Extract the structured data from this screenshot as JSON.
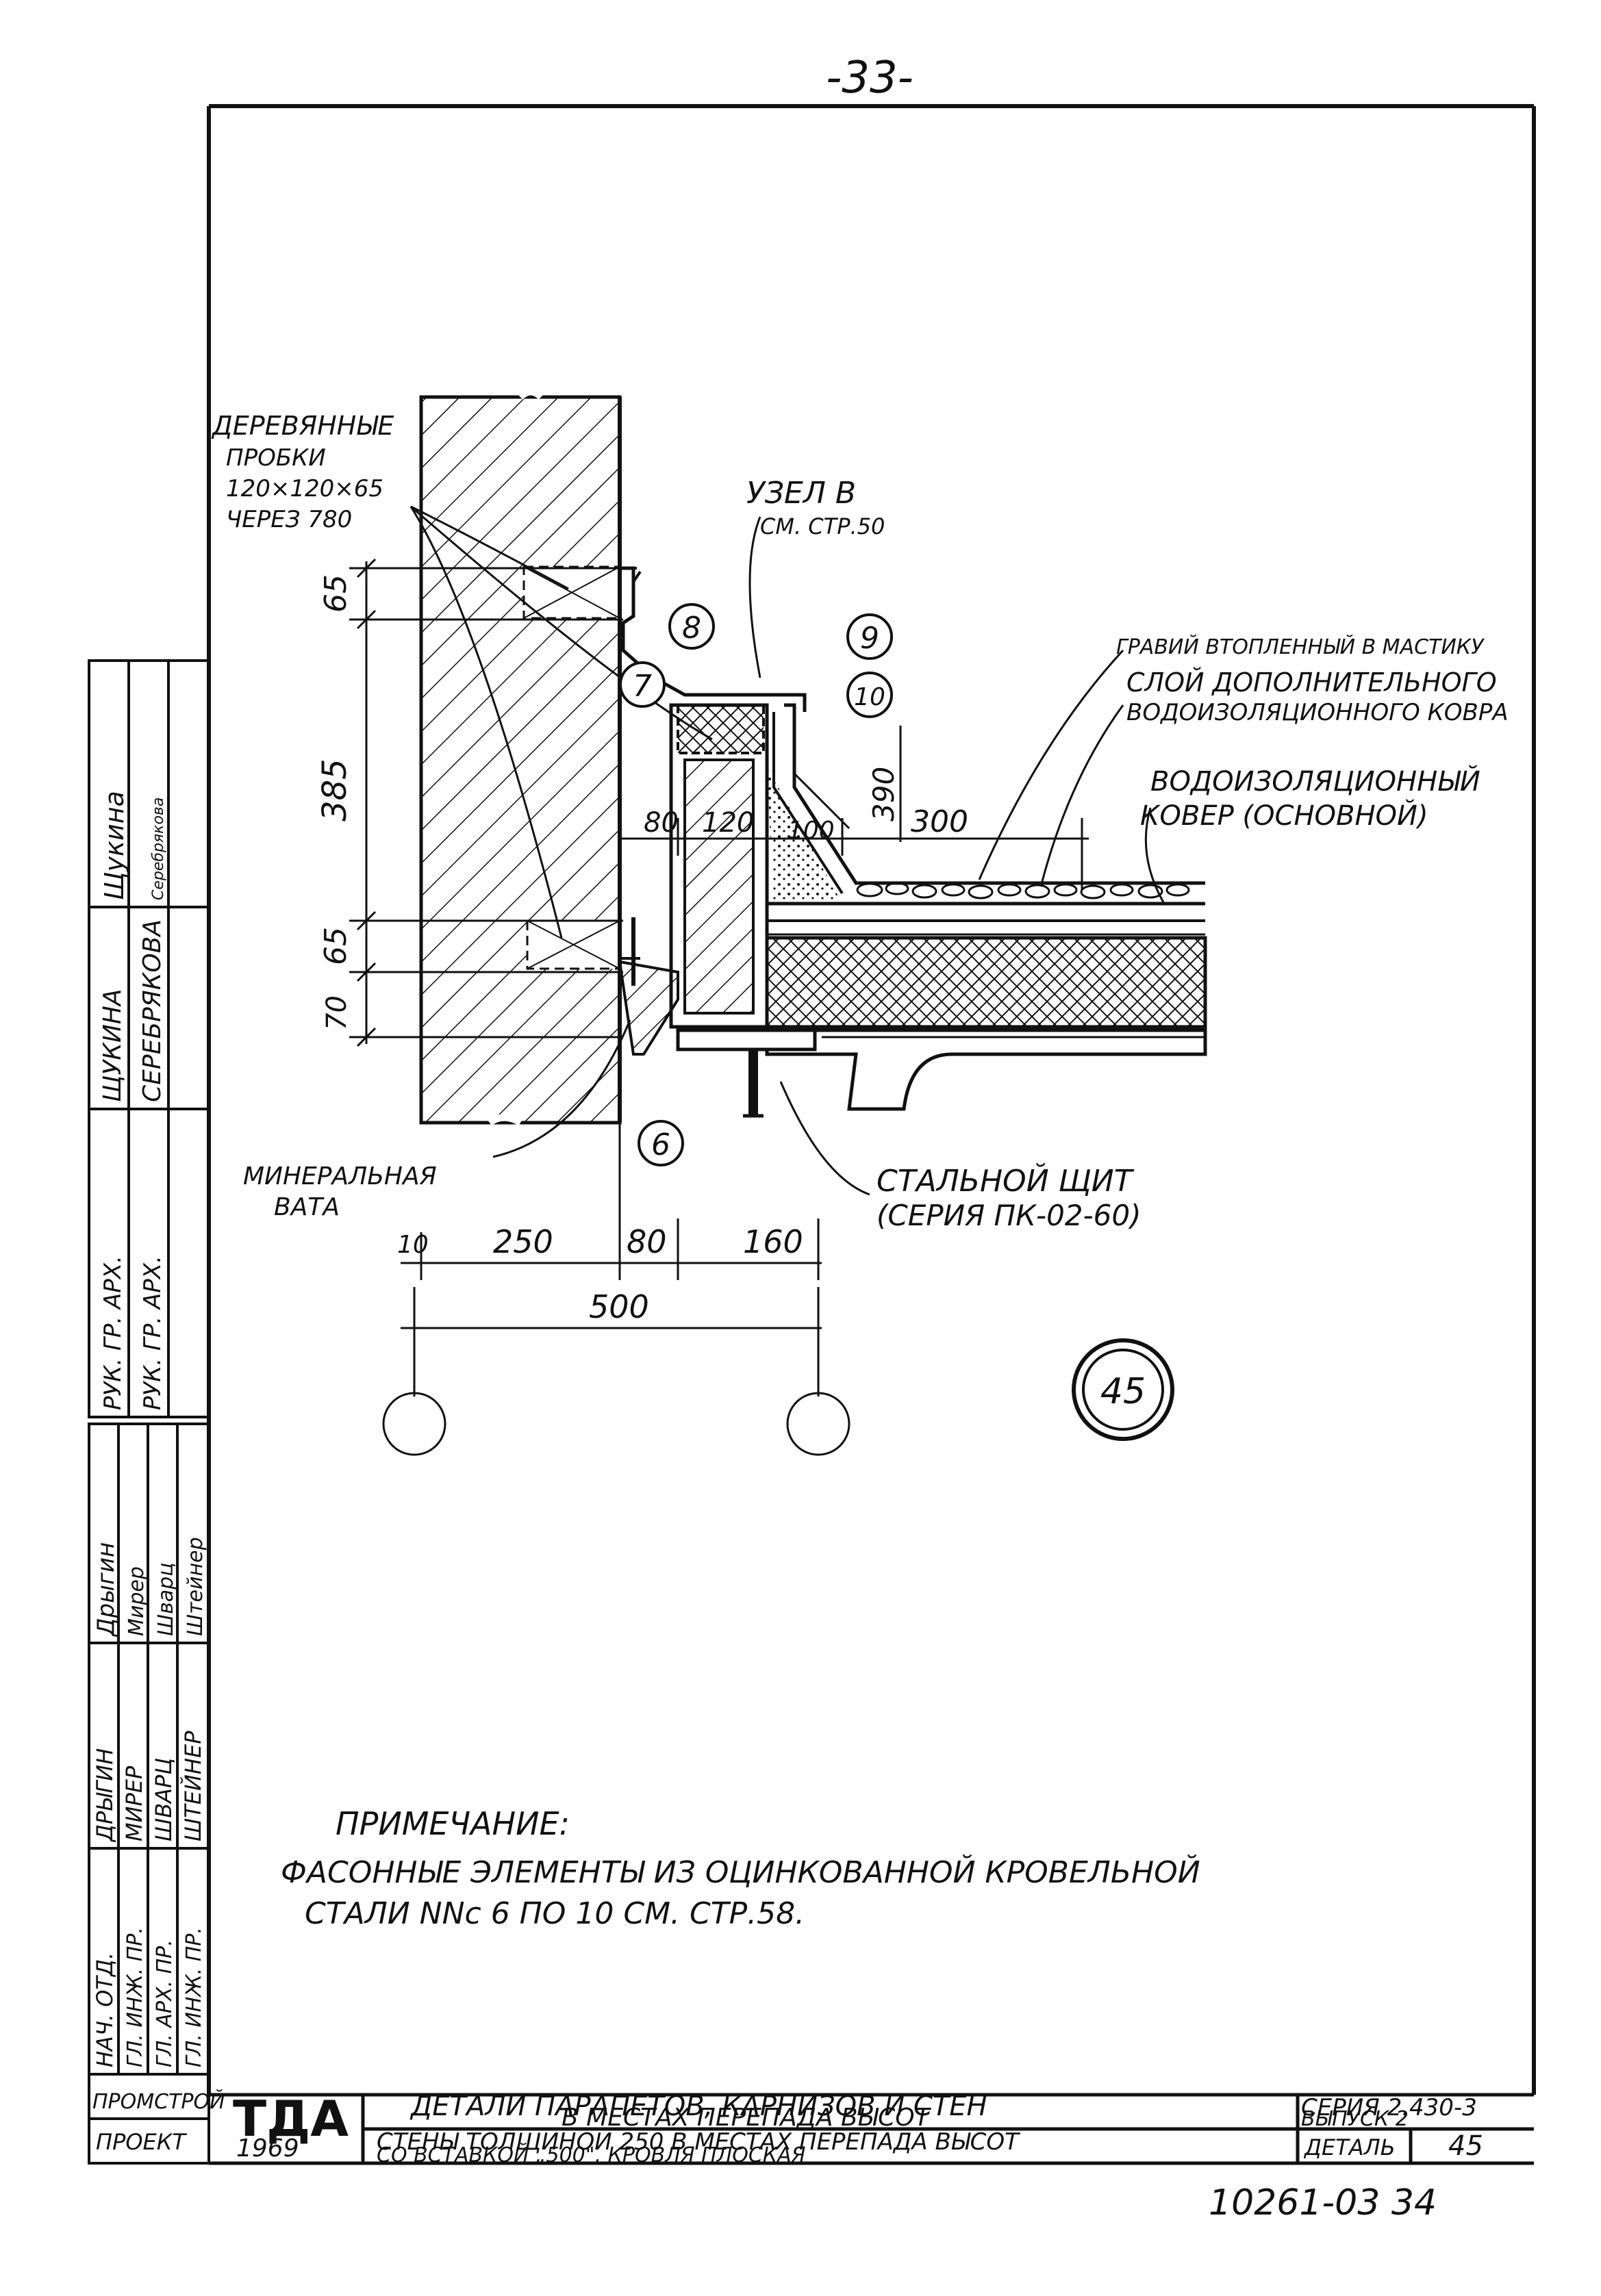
{
  "page_number": "-33-",
  "labels": {
    "wood_plugs": [
      "ДЕРЕВЯННЫЕ",
      "ПРОБКИ",
      "120×120×65",
      "ЧЕРЕЗ 780"
    ],
    "node_b": [
      "УЗЕЛ В",
      "СМ. СТР.50"
    ],
    "gravel": "ГРАВИЙ ВТОПЛЕННЫЙ В МАСТИКУ",
    "extra_layer": [
      "СЛОЙ ДОПОЛНИТЕЛЬНОГО",
      "ВОДОИЗОЛЯЦИОННОГО КОВРА"
    ],
    "main_carpet": [
      "ВОДОИЗОЛЯЦИОННЫЙ",
      "КОВЕР (ОСНОВНОЙ)"
    ],
    "mineral_wool": [
      "МИНЕРАЛЬНАЯ",
      "ВАТА"
    ],
    "steel_panel": [
      "СТАЛЬНОЙ ЩИТ",
      "(СЕРИЯ ПК-02-60)"
    ]
  },
  "callouts": [
    "8",
    "9",
    "7",
    "10",
    "6"
  ],
  "detail_mark": "45",
  "dimensions": {
    "vertical": [
      "65",
      "385",
      "65",
      "70"
    ],
    "vertical_right": "390",
    "top_row": [
      "80",
      "120",
      "100",
      "300"
    ],
    "bottom_row": [
      "10",
      "250",
      "80",
      "160"
    ],
    "total": "500"
  },
  "note": {
    "title": "ПРИМЕЧАНИЕ:",
    "lines": [
      "ФАСОННЫЕ ЭЛЕМЕНТЫ ИЗ ОЦИНКОВАННОЙ КРОВЕЛЬНОЙ",
      "СТАЛИ NNс 6 ПО 10 СМ. СТР.58."
    ]
  },
  "side_stamp": {
    "top_rows": [
      {
        "role": "РУК. ГР. АРХ.",
        "name": "ЩУКИНА",
        "sign": "Щукина"
      },
      {
        "role": "РУК. ГР. АРХ.",
        "name": "СЕРЕБРЯКОВА",
        "sign": "Серебрякова"
      }
    ],
    "bottom_rows": [
      {
        "role": "НАЧ. ОТД.",
        "name": "ДРЫГИН",
        "sign": "Дрыгин"
      },
      {
        "role": "ГЛ. ИНЖ. ПР.",
        "name": "МИРЕР",
        "sign": "Мирер"
      },
      {
        "role": "ГЛ. АРХ. ПР.",
        "name": "ШВАРЦ",
        "sign": "Шварц"
      },
      {
        "role": "ГЛ. ИНЖ. ПР.",
        "name": "ШТЕЙНЕР",
        "sign": "Штейнер"
      }
    ]
  },
  "title_block": {
    "org": [
      "ПРОМСТРОЙ",
      "ПРОЕКТ"
    ],
    "logo": "ТДА",
    "year": "1969",
    "title_line1": "ДЕТАЛИ ПАРАПЕТОВ, КАРНИЗОВ И СТЕН",
    "title_line2": "В МЕСТАХ ПЕРЕПАДА ВЫСОТ",
    "subtitle_line1": "СТЕНЫ ТОЛЩИНОЙ 250 В МЕСТАХ ПЕРЕПАДА ВЫСОТ",
    "subtitle_line2": "СО ВСТАВКОЙ „500\", КРОВЛЯ ПЛОСКАЯ",
    "series": "СЕРИЯ 2.430-3",
    "issue": "ВЫПУСК 2",
    "detail_label": "ДЕТАЛЬ",
    "detail_number": "45"
  },
  "archive_number": "10261-03   34",
  "colors": {
    "ink": "#111111",
    "paper": "#ffffff"
  }
}
